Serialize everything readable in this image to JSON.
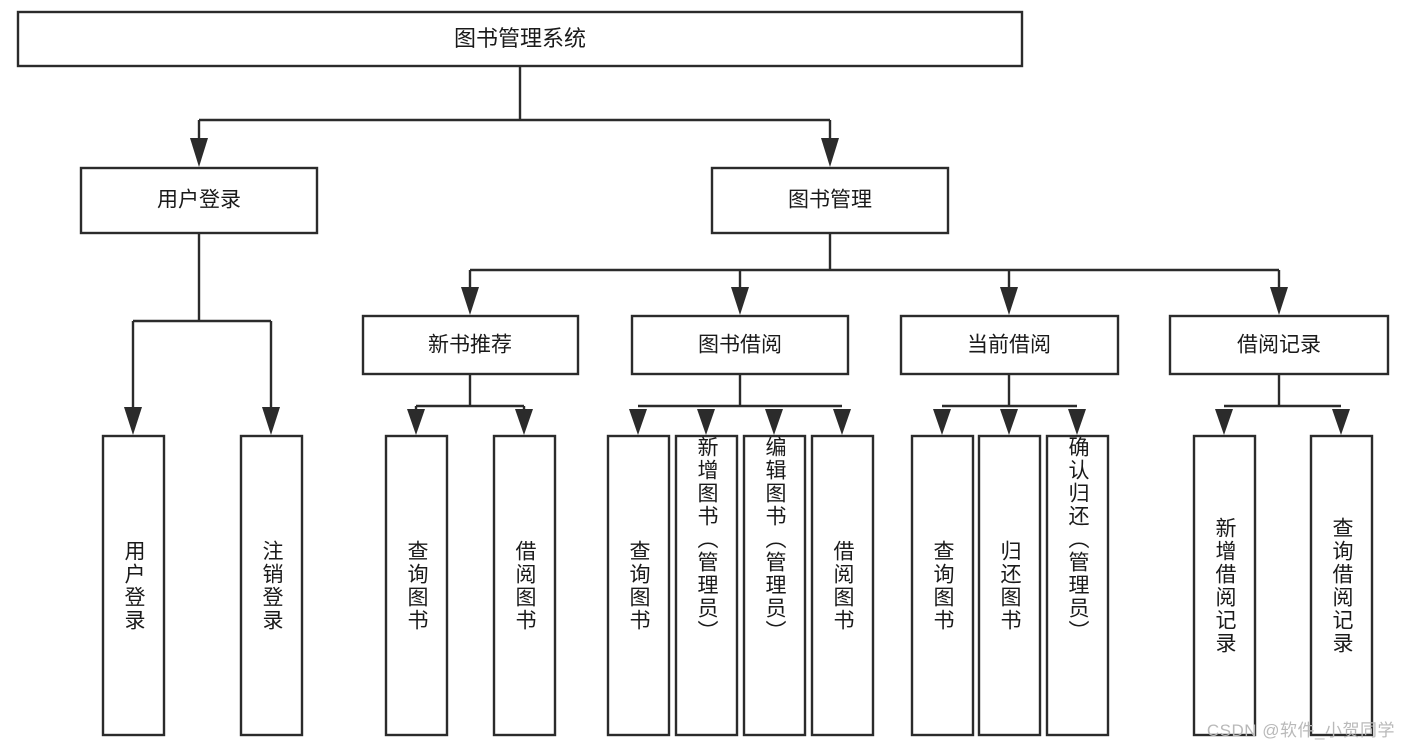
{
  "diagram": {
    "type": "tree-hierarchy",
    "title": "图书管理系统",
    "orientation": "top-down",
    "colors": {
      "stroke": "#2b2b2b",
      "fill": "#ffffff",
      "text": "#1a1a1a",
      "watermark": "#b9b9b9",
      "background": "#ffffff"
    }
  },
  "root": {
    "label": "图书管理系统"
  },
  "level2": [
    {
      "label": "用户登录"
    },
    {
      "label": "图书管理"
    }
  ],
  "level3": [
    {
      "label": "新书推荐"
    },
    {
      "label": "图书借阅"
    },
    {
      "label": "当前借阅"
    },
    {
      "label": "借阅记录"
    }
  ],
  "leaves": {
    "user_login": [
      {
        "label": "用户登录"
      },
      {
        "label": "注销登录"
      }
    ],
    "new_book_recommend": [
      {
        "label": "查询图书"
      },
      {
        "label": "借阅图书"
      }
    ],
    "book_borrow": [
      {
        "label": "查询图书"
      },
      {
        "label": "新增图书（管理员）"
      },
      {
        "label": "编辑图书（管理员）"
      },
      {
        "label": "借阅图书"
      }
    ],
    "current_borrow": [
      {
        "label": "查询图书"
      },
      {
        "label": "归还图书"
      },
      {
        "label": "确认归还（管理员）"
      }
    ],
    "borrow_record": [
      {
        "label": "新增借阅记录"
      },
      {
        "label": "查询借阅记录"
      }
    ]
  },
  "watermark": {
    "text": "CSDN @软件_小贺同学"
  }
}
